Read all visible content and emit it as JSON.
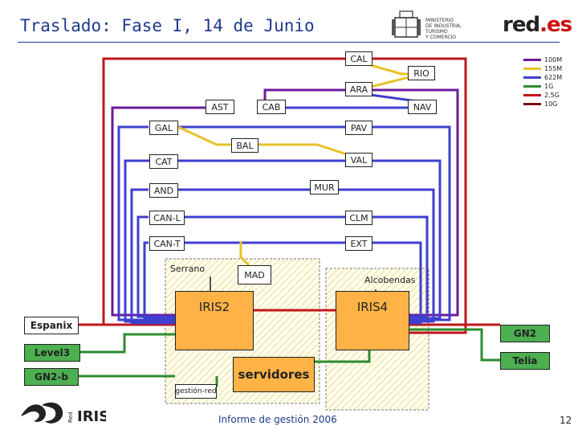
{
  "header": {
    "title": "Traslado: Fase I, 14 de Junio",
    "ministry_text": "MINISTERIO\nDE INDUSTRIA, TURISMO\nY COMERCIO",
    "brand_name": "red",
    "brand_suffix": ".es"
  },
  "legend": [
    {
      "label": "100M",
      "color": "#6a1b9a"
    },
    {
      "label": "155M",
      "color": "#e6c229"
    },
    {
      "label": "622M",
      "color": "#3f3fd0"
    },
    {
      "label": "1G",
      "color": "#2e8b2e"
    },
    {
      "label": "2,5G",
      "color": "#c0161b"
    },
    {
      "label": "10G",
      "color": "#7a1010"
    }
  ],
  "nodes": {
    "cal": "CAL",
    "rio": "RIO",
    "ara": "ARA",
    "ast": "AST",
    "cab": "CAB",
    "nav": "NAV",
    "gal": "GAL",
    "pav": "PAV",
    "bal": "BAL",
    "cat": "CAT",
    "val": "VAL",
    "and": "AND",
    "mur": "MUR",
    "can_l": "CAN-L",
    "clm": "CLM",
    "can_t": "CAN-T",
    "ext": "EXT",
    "mad": "MAD"
  },
  "sites": {
    "serrano": "Serrano",
    "alcobendas": "Alcobendas",
    "gestion_red": "gestión-red"
  },
  "core": {
    "iris2": "IRIS2",
    "iris4": "IRIS4",
    "servidores": "servidores"
  },
  "external": {
    "espanix": "Espanix",
    "level3": "Level3",
    "gn2b": "GN2-b",
    "gn2": "GN2",
    "telia": "Telia"
  },
  "footer": {
    "report": "Informe de gestión 2006",
    "page": "12",
    "logo_text": "IRIS",
    "logo_small": "Red"
  }
}
